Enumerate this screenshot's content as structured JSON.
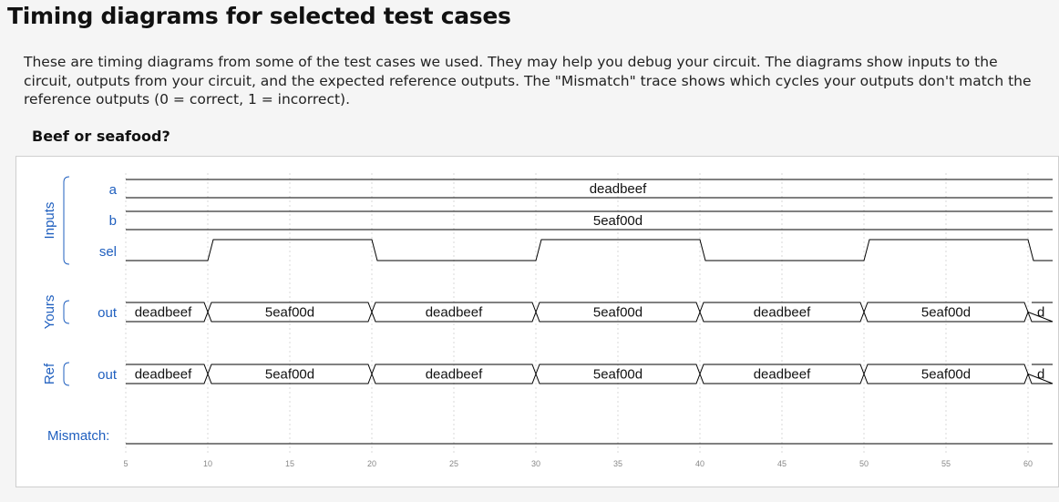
{
  "page": {
    "title": "Timing diagrams for selected test cases",
    "description": "These are timing diagrams from some of the test cases we used. They may help you debug your circuit. The diagrams show inputs to the circuit, outputs from your circuit, and the expected reference outputs. The \"Mismatch\" trace shows which cycles your outputs don't match the reference outputs (0 = correct, 1 = incorrect).",
    "section_heading": "Beef or seafood?"
  },
  "diagram": {
    "groups": [
      {
        "name": "Inputs",
        "color": "#1f5fbf"
      },
      {
        "name": "Yours",
        "color": "#1f5fbf"
      },
      {
        "name": "Ref",
        "color": "#1f5fbf"
      }
    ],
    "mismatch_label": "Mismatch:",
    "signals": {
      "a": {
        "label": "a",
        "value": "deadbeef"
      },
      "b": {
        "label": "b",
        "value": "5eaf00d"
      },
      "sel": {
        "label": "sel",
        "values": [
          0,
          1,
          0,
          1,
          0,
          1,
          0
        ],
        "change_times": [
          10,
          20,
          30,
          40,
          50,
          60
        ]
      },
      "yours_out": {
        "label": "out",
        "values": [
          "deadbeef",
          "5eaf00d",
          "deadbeef",
          "5eaf00d",
          "deadbeef",
          "5eaf00d",
          "deadbeef"
        ],
        "last_visible_text": "d"
      },
      "ref_out": {
        "label": "out",
        "values": [
          "deadbeef",
          "5eaf00d",
          "deadbeef",
          "5eaf00d",
          "deadbeef",
          "5eaf00d",
          "deadbeef"
        ],
        "last_visible_text": "d"
      },
      "mismatch": {
        "values": [
          0
        ]
      }
    },
    "time_axis": {
      "ticks": [
        "5",
        "10",
        "15",
        "20",
        "25",
        "30",
        "35",
        "40",
        "45",
        "50",
        "55",
        "60"
      ],
      "start": 5,
      "end": 61.5
    }
  }
}
